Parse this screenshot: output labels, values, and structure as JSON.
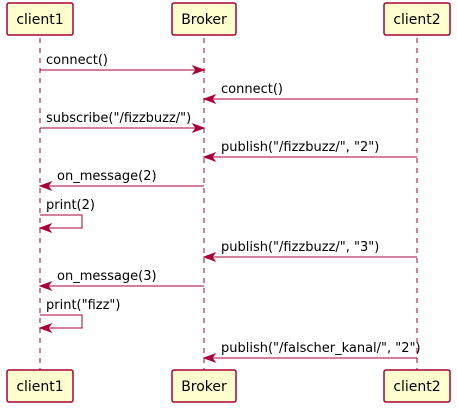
{
  "participants": {
    "p0": {
      "name": "client1"
    },
    "p1": {
      "name": "Broker"
    },
    "p2": {
      "name": "client2"
    }
  },
  "messages": [
    {
      "from": "p0",
      "to": "p1",
      "label": "connect()"
    },
    {
      "from": "p2",
      "to": "p1",
      "label": "connect()"
    },
    {
      "from": "p0",
      "to": "p1",
      "label": "subscribe(\"/fizzbuzz/\")"
    },
    {
      "from": "p2",
      "to": "p1",
      "label": "publish(\"/fizzbuzz/\", \"2\")"
    },
    {
      "from": "p1",
      "to": "p0",
      "label": "on_message(2)"
    },
    {
      "from": "p0",
      "to": "p0",
      "label": "print(2)"
    },
    {
      "from": "p2",
      "to": "p1",
      "label": "publish(\"/fizzbuzz/\", \"3\")"
    },
    {
      "from": "p1",
      "to": "p0",
      "label": "on_message(3)"
    },
    {
      "from": "p0",
      "to": "p0",
      "label": "print(\"fizz\")"
    },
    {
      "from": "p2",
      "to": "p1",
      "label": "publish(\"/falscher_kanal/\", \"2\")"
    }
  ]
}
